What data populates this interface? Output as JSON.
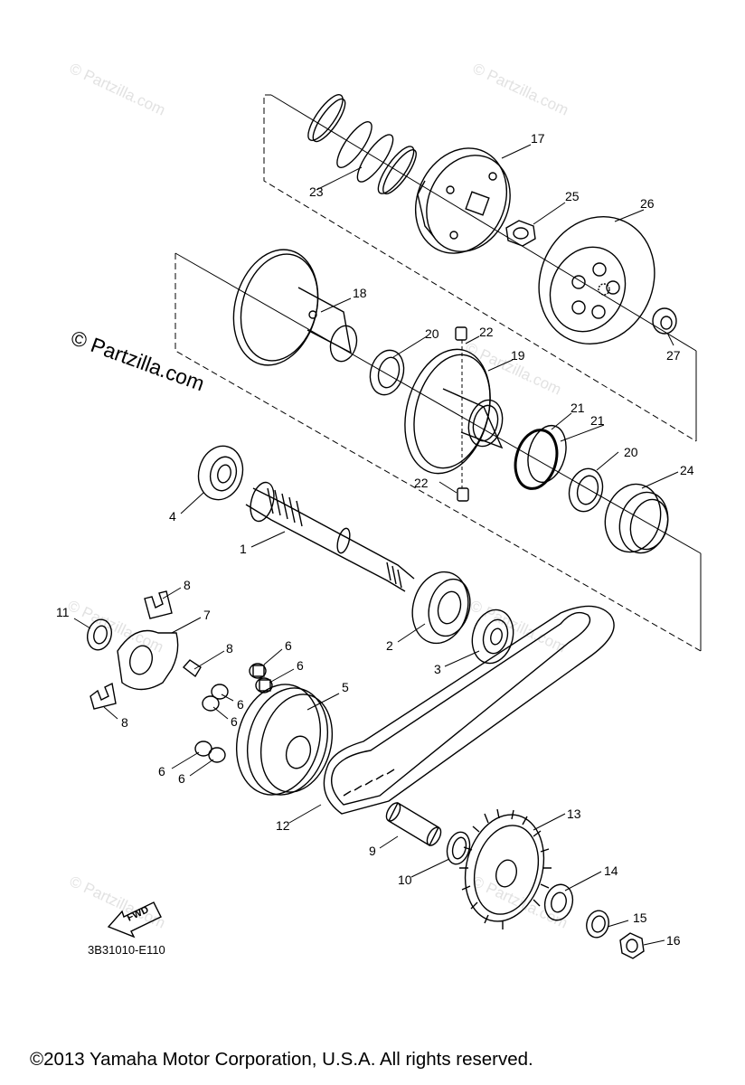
{
  "watermark": {
    "main_text": "© Partzilla.com",
    "faint_text": "© Partzilla.com"
  },
  "diagram": {
    "code": "3B31010-E110",
    "fwd_label": "FWD",
    "callouts": [
      {
        "id": "c1",
        "number": "1",
        "part": "primary-sheave-shaft"
      },
      {
        "id": "c2",
        "number": "2",
        "part": "bearing"
      },
      {
        "id": "c3",
        "number": "3",
        "part": "bearing"
      },
      {
        "id": "c4",
        "number": "4",
        "part": "bearing"
      },
      {
        "id": "c5",
        "number": "5",
        "part": "primary-sliding-sheave"
      },
      {
        "id": "c6a",
        "number": "6",
        "part": "weight"
      },
      {
        "id": "c6b",
        "number": "6",
        "part": "weight"
      },
      {
        "id": "c6c",
        "number": "6",
        "part": "weight"
      },
      {
        "id": "c6d",
        "number": "6",
        "part": "weight"
      },
      {
        "id": "c6e",
        "number": "6",
        "part": "weight"
      },
      {
        "id": "c6f",
        "number": "6",
        "part": "weight"
      },
      {
        "id": "c7",
        "number": "7",
        "part": "cam"
      },
      {
        "id": "c8a",
        "number": "8",
        "part": "slider"
      },
      {
        "id": "c8b",
        "number": "8",
        "part": "slider"
      },
      {
        "id": "c8c",
        "number": "8",
        "part": "slider"
      },
      {
        "id": "c9",
        "number": "9",
        "part": "collar"
      },
      {
        "id": "c10",
        "number": "10",
        "part": "washer"
      },
      {
        "id": "c11",
        "number": "11",
        "part": "washer"
      },
      {
        "id": "c12",
        "number": "12",
        "part": "v-belt"
      },
      {
        "id": "c13",
        "number": "13",
        "part": "primary-fixed-sheave"
      },
      {
        "id": "c14",
        "number": "14",
        "part": "one-way-clutch"
      },
      {
        "id": "c15",
        "number": "15",
        "part": "washer"
      },
      {
        "id": "c16",
        "number": "16",
        "part": "nut"
      },
      {
        "id": "c17",
        "number": "17",
        "part": "clutch-carrier"
      },
      {
        "id": "c18",
        "number": "18",
        "part": "secondary-fixed-sheave"
      },
      {
        "id": "c19",
        "number": "19",
        "part": "secondary-sliding-sheave"
      },
      {
        "id": "c20a",
        "number": "20",
        "part": "oil-seal"
      },
      {
        "id": "c20b",
        "number": "20",
        "part": "oil-seal"
      },
      {
        "id": "c21a",
        "number": "21",
        "part": "o-ring"
      },
      {
        "id": "c21b",
        "number": "21",
        "part": "o-ring"
      },
      {
        "id": "c22a",
        "number": "22",
        "part": "guide-pin"
      },
      {
        "id": "c22b",
        "number": "22",
        "part": "guide-pin"
      },
      {
        "id": "c23",
        "number": "23",
        "part": "compression-spring"
      },
      {
        "id": "c24",
        "number": "24",
        "part": "spring-seat"
      },
      {
        "id": "c25",
        "number": "25",
        "part": "nut"
      },
      {
        "id": "c26",
        "number": "26",
        "part": "clutch-housing"
      },
      {
        "id": "c27",
        "number": "27",
        "part": "nut"
      }
    ]
  },
  "footer": {
    "copyright": "©2013  Yamaha Motor Corporation, U.S.A. All rights reserved."
  }
}
